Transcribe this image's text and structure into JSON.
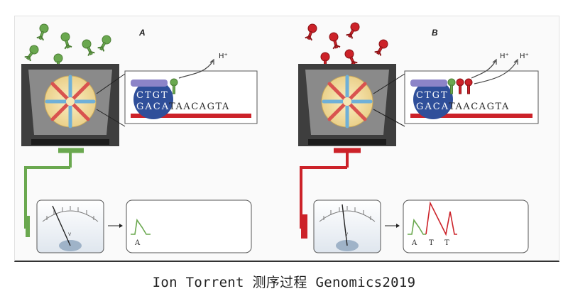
{
  "panels": [
    {
      "id": "A",
      "label": "A",
      "accent": "#6aa84f",
      "template_top": [
        "C",
        "T",
        "G",
        "T"
      ],
      "template_bottom": [
        "G",
        "A",
        "C",
        "A"
      ],
      "template_tail": "TAACAGTA",
      "proton_labels": [
        "H⁺"
      ],
      "trace_bases": [
        "A"
      ]
    },
    {
      "id": "B",
      "label": "B",
      "accent": "#cc2229",
      "template_top": [
        "C",
        "T",
        "G",
        "T"
      ],
      "template_bottom": [
        "G",
        "A",
        "C",
        "A"
      ],
      "template_tail": "TAACAGTA",
      "proton_labels": [
        "H⁺",
        "H⁺"
      ],
      "trace_bases": [
        "A",
        "T",
        "T"
      ]
    }
  ],
  "caption": "Ion Torrent 测序过程 Genomics2019",
  "colors": {
    "chip_body": "#4a4a4a",
    "well": "#f3dfa0",
    "strand_blue": "#2f4f9a",
    "strand_red": "#cc2229",
    "polymerase": "#8c84c8"
  }
}
